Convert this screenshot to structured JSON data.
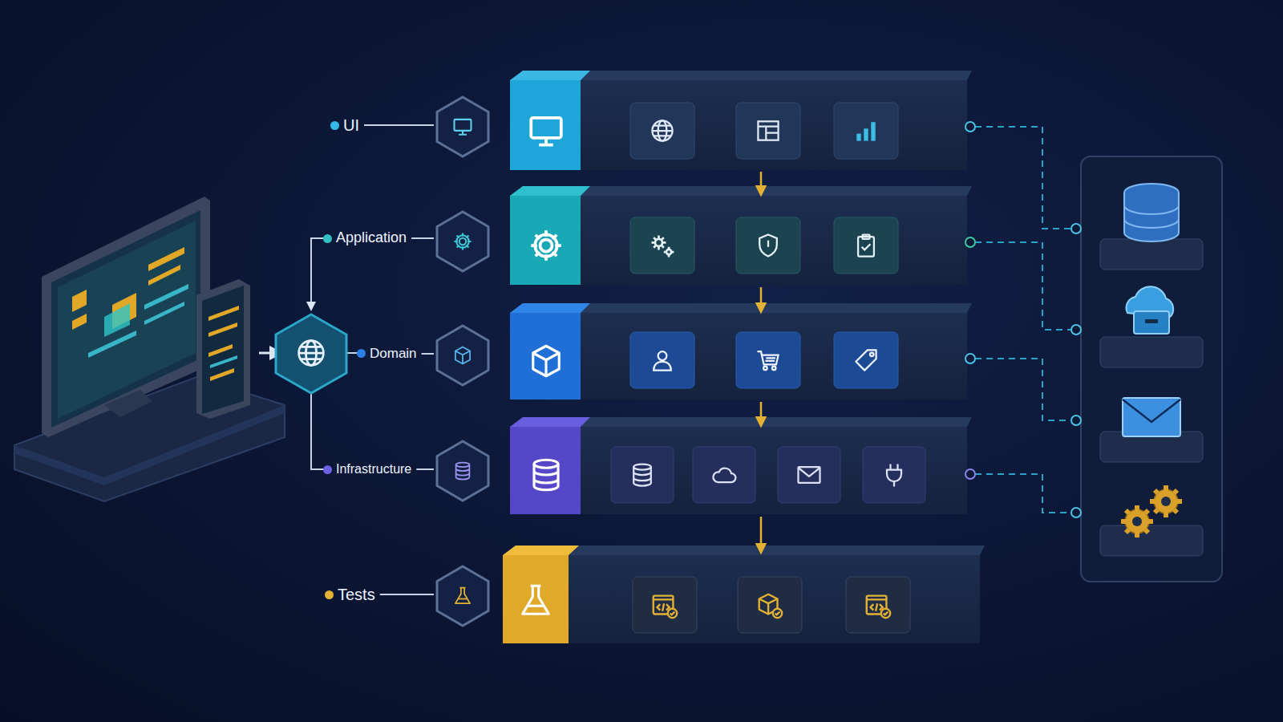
{
  "diagram": {
    "labels": [
      "UI",
      "Application",
      "Domain",
      "Infrastructure",
      "Tests"
    ]
  }
}
